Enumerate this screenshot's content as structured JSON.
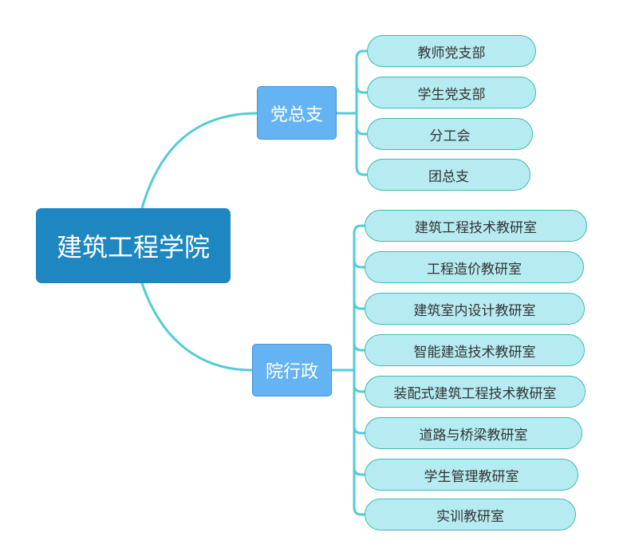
{
  "colors": {
    "root_fill": "#1e87c1",
    "branch_fill": "#64b4f4",
    "leaf_fill": "#b6ecf1",
    "leaf_border": "#3cbab1",
    "connector": "#52ccd6"
  },
  "root": {
    "label": "建筑工程学院"
  },
  "branches": [
    {
      "label": "党总支",
      "children": [
        "教师党支部",
        "学生党支部",
        "分工会",
        "团总支"
      ]
    },
    {
      "label": "院行政",
      "children": [
        "建筑工程技术教研室",
        "工程造价教研室",
        "建筑室内设计教研室",
        "智能建造技术教研室",
        "装配式建筑工程技术教研室",
        "道路与桥梁教研室",
        "学生管理教研室",
        "实训教研室"
      ]
    }
  ]
}
